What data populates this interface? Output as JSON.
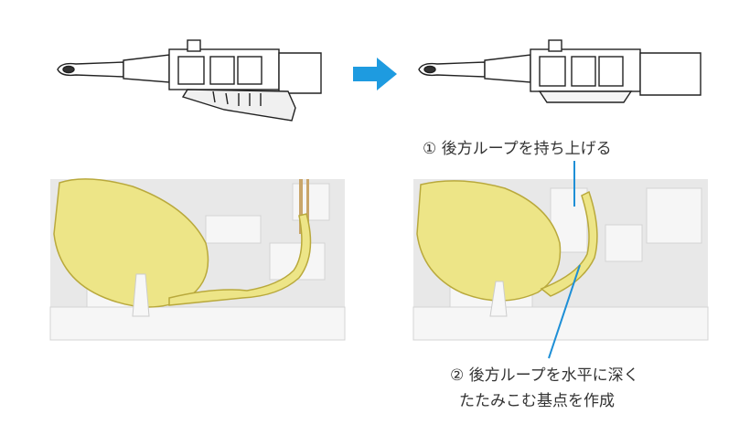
{
  "colors": {
    "arrow": "#1e9be0",
    "lens": "#ede587",
    "lens_edge": "#b9a93c",
    "scene_bg": "#e8e8e8",
    "leader": "#1e8fd6",
    "text": "#333333"
  },
  "steps": {
    "step1": "① 後方ループを持ち上げる",
    "step2_line1": "② 後方ループを水平に深く",
    "step2_line2": "たたみこむ基点を作成"
  },
  "icons": {
    "arrow": "right-arrow-icon"
  }
}
